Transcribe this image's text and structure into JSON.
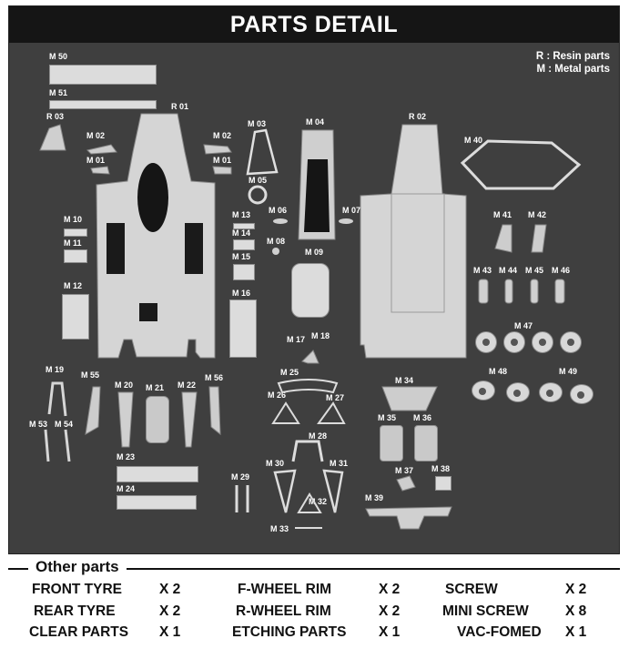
{
  "header": {
    "title": "PARTS DETAIL"
  },
  "legend": {
    "resin": "R : Resin parts",
    "metal": "M : Metal parts"
  },
  "labels": {
    "m50": "M 50",
    "m51": "M 51",
    "r03": "R 03",
    "r01": "R 01",
    "r02": "R 02",
    "m02a": "M 02",
    "m01a": "M 01",
    "m02b": "M 02",
    "m01b": "M 01",
    "m03": "M 03",
    "m04": "M 04",
    "m05": "M 05",
    "m06": "M 06",
    "m07": "M 07",
    "m08": "M 08",
    "m09": "M 09",
    "m10": "M 10",
    "m11": "M 11",
    "m12": "M 12",
    "m13": "M 13",
    "m14": "M 14",
    "m15": "M 15",
    "m16": "M 16",
    "m17": "M 17",
    "m18": "M 18",
    "m19": "M 19",
    "m20": "M 20",
    "m21": "M 21",
    "m22": "M 22",
    "m23": "M 23",
    "m24": "M 24",
    "m25": "M 25",
    "m26": "M 26",
    "m27": "M 27",
    "m28": "M 28",
    "m29": "M 29",
    "m30": "M 30",
    "m31": "M 31",
    "m32": "M 32",
    "m33": "M 33",
    "m34": "M 34",
    "m35": "M 35",
    "m36": "M 36",
    "m37": "M 37",
    "m38": "M 38",
    "m39": "M 39",
    "m40": "M 40",
    "m41": "M 41",
    "m42": "M 42",
    "m43": "M 43",
    "m44": "M 44",
    "m45": "M 45",
    "m46": "M 46",
    "m47": "M 47",
    "m48": "M 48",
    "m49": "M 49",
    "m53": "M 53",
    "m54": "M 54",
    "m55": "M 55",
    "m56": "M 56"
  },
  "other_parts": {
    "title": "Other parts",
    "items": [
      {
        "name": "FRONT TYRE",
        "qty": "X 2"
      },
      {
        "name": "REAR TYRE",
        "qty": "X 2"
      },
      {
        "name": "CLEAR PARTS",
        "qty": "X 1"
      },
      {
        "name": "F-WHEEL RIM",
        "qty": "X 2"
      },
      {
        "name": "R-WHEEL RIM",
        "qty": "X 2"
      },
      {
        "name": "ETCHING PARTS",
        "qty": "X 1"
      },
      {
        "name": "SCREW",
        "qty": "X 2"
      },
      {
        "name": "MINI SCREW",
        "qty": "X 8"
      },
      {
        "name": "VAC-FOMED",
        "qty": "X 1"
      }
    ]
  }
}
